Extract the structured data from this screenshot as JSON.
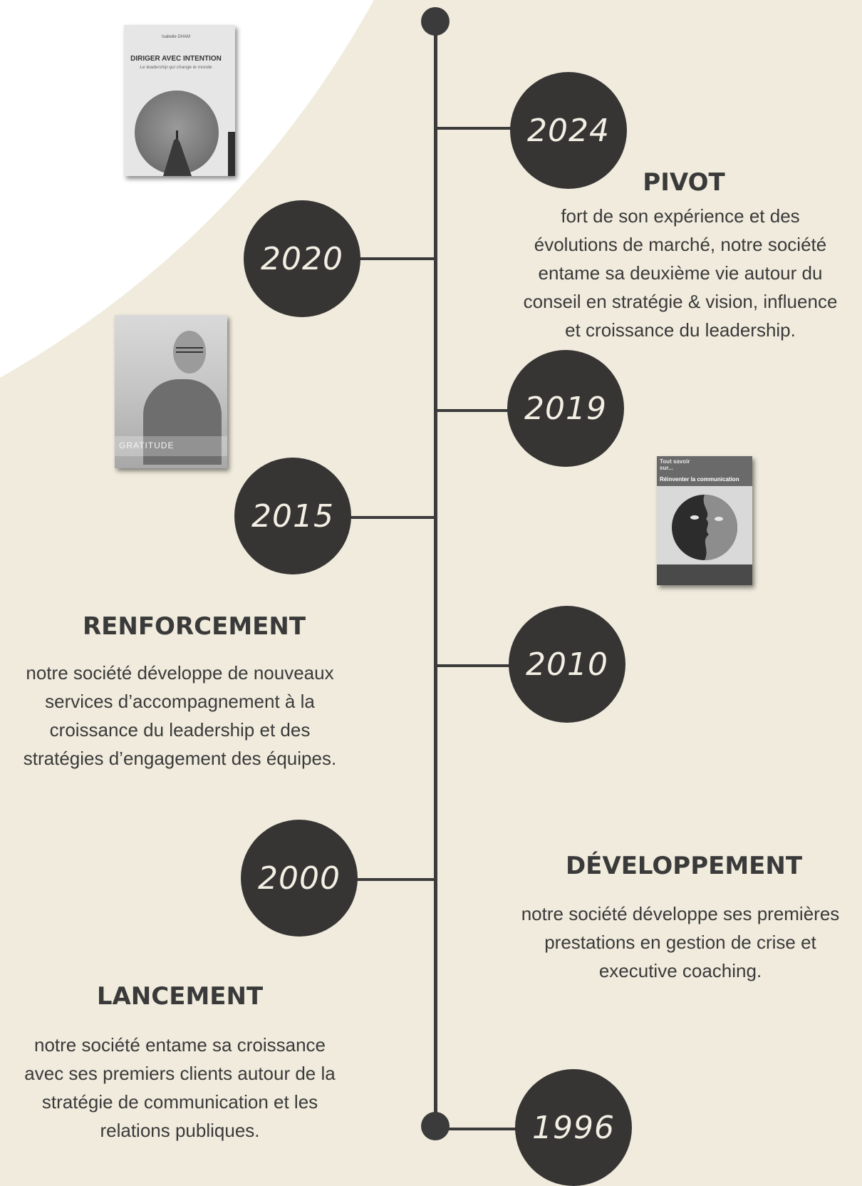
{
  "timeline": {
    "years": [
      "2024",
      "2020",
      "2019",
      "2015",
      "2010",
      "2000",
      "1996"
    ]
  },
  "sections": {
    "pivot": {
      "title": "PIVOT",
      "lines": [
        "fort de son expérience et des",
        "évolutions de marché, notre société",
        "entame sa deuxième vie autour du",
        "conseil en stratégie & vision, influence",
        "et croissance du leadership."
      ]
    },
    "renforcement": {
      "title": "RENFORCEMENT",
      "lines": [
        "notre société développe de nouveaux",
        "services d’accompagnement à la",
        "croissance du leadership et des",
        "stratégies d’engagement des équipes."
      ]
    },
    "developpement": {
      "title": "DÉVELOPPEMENT",
      "lines": [
        "notre société développe ses premières",
        "prestations en gestion de crise et",
        "executive coaching."
      ]
    },
    "lancement": {
      "title": "LANCEMENT",
      "lines": [
        "notre société entame sa croissance",
        "avec ses premiers clients autour de la",
        "stratégie de communication et les",
        "relations publiques."
      ]
    }
  },
  "books": {
    "diriger": {
      "author": "Isabelle DHAM",
      "title": "DIRIGER AVEC INTENTION",
      "subtitle": "Le leadership qui change le monde"
    },
    "portrait": {
      "caption": "GRATITUDE"
    },
    "communication": {
      "series": "Tout savoir sur...",
      "title": "Réinventer la communication"
    }
  }
}
